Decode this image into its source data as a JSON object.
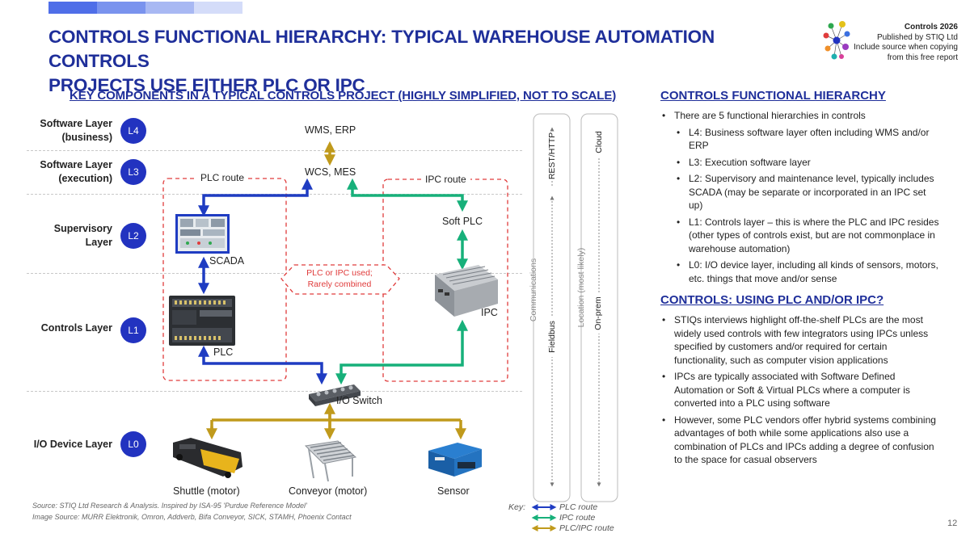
{
  "title_line1": "CONTROLS FUNCTIONAL HIERARCHY: TYPICAL WAREHOUSE AUTOMATION CONTROLS",
  "title_line2": "PROJECTS USE EITHER PLC OR IPC",
  "brand": {
    "line1": "Controls 2026",
    "line2": "Published by STIQ Ltd",
    "line3": "Include source when copying",
    "line4": "from this free report"
  },
  "colors": {
    "title": "#1f2f9a",
    "badge": "#2233c0",
    "plc_route": "#1f3cc2",
    "ipc_route": "#17b07a",
    "plc_ipc_route": "#c09a1c",
    "dashed_box": "#e03c3c"
  },
  "diagram": {
    "heading": "KEY COMPONENTS IN A TYPICAL CONTROLS PROJECT (HIGHLY SIMPLIFIED, NOT TO SCALE)",
    "layers": [
      {
        "name_line1": "Software Layer",
        "name_line2": "(business)",
        "badge": "L4"
      },
      {
        "name_line1": "Software Layer",
        "name_line2": "(execution)",
        "badge": "L3"
      },
      {
        "name_line1": "Supervisory",
        "name_line2": "Layer",
        "badge": "L2"
      },
      {
        "name_line1": "Controls Layer",
        "name_line2": "",
        "badge": "L1"
      },
      {
        "name_line1": "I/O Device Layer",
        "name_line2": "",
        "badge": "L0"
      }
    ],
    "nodes": {
      "wms": "WMS, ERP",
      "wcs": "WCS, MES",
      "plc_route": "PLC route",
      "ipc_route": "IPC route",
      "soft_plc": "Soft PLC",
      "scada": "SCADA",
      "plc_or_ipc_line1": "PLC or IPC used;",
      "plc_or_ipc_line2": "Rarely combined",
      "ipc": "IPC",
      "plc": "PLC",
      "io_switch": "I/O Switch",
      "shuttle": "Shuttle (motor)",
      "conveyor": "Conveyor (motor)",
      "sensor": "Sensor"
    },
    "image_icons": {
      "scada": "scada-screen-icon",
      "plc": "plc-unit-icon",
      "ipc": "industrial-pc-icon",
      "switch": "io-switch-icon",
      "shuttle": "shuttle-icon",
      "conveyor": "conveyor-icon",
      "sensor": "sensor-icon"
    },
    "communications": {
      "label": "Communications",
      "top": "REST/HTTP",
      "bottom": "Fieldbus"
    },
    "location": {
      "label": "Location (most likely)",
      "top": "Cloud",
      "bottom": "On-prem"
    },
    "source_line1": "Source: STIQ Ltd Research & Analysis. Inspired by ISA-95 'Purdue Reference Model'",
    "source_line2": "Image Source: MURR Elektronik, Omron, Addverb, Bifa Conveyor, SICK, STAMH, Phoenix Contact",
    "key": {
      "label": "Key:",
      "plc": "PLC route",
      "ipc": "IPC route",
      "both": "PLC/IPC route"
    }
  },
  "right": {
    "heading1": "CONTROLS FUNCTIONAL HIERARCHY",
    "bullets1": [
      {
        "level": 1,
        "text": "There are 5 functional hierarchies in controls"
      },
      {
        "level": 2,
        "text": "L4: Business software layer often including WMS and/or ERP"
      },
      {
        "level": 2,
        "text": "L3: Execution software layer"
      },
      {
        "level": 2,
        "text": "L2: Supervisory and maintenance level, typically includes SCADA (may be separate or incorporated in an IPC set up)"
      },
      {
        "level": 2,
        "text": "L1: Controls layer – this is where the PLC and IPC resides (other types of controls exist, but are not commonplace in warehouse automation)"
      },
      {
        "level": 2,
        "text": "L0: I/O device layer, including all kinds of sensors, motors, etc. things that move and/or sense"
      }
    ],
    "heading2": "CONTROLS: USING PLC AND/OR IPC?",
    "bullets2": [
      {
        "level": 1,
        "text": "STIQs interviews highlight off-the-shelf PLCs are the most widely used controls with few integrators using IPCs unless specified by customers and/or required for certain functionality, such as computer vision applications"
      },
      {
        "level": 1,
        "text": "IPCs are typically associated with Software Defined Automation or Soft & Virtual PLCs where a computer is converted into a PLC using software"
      },
      {
        "level": 1,
        "text": "However, some PLC vendors offer hybrid systems combining advantages of both while some applications also use a combination of PLCs and IPCs adding a degree of confusion to the space for casual observers"
      }
    ]
  },
  "page_number": "12"
}
